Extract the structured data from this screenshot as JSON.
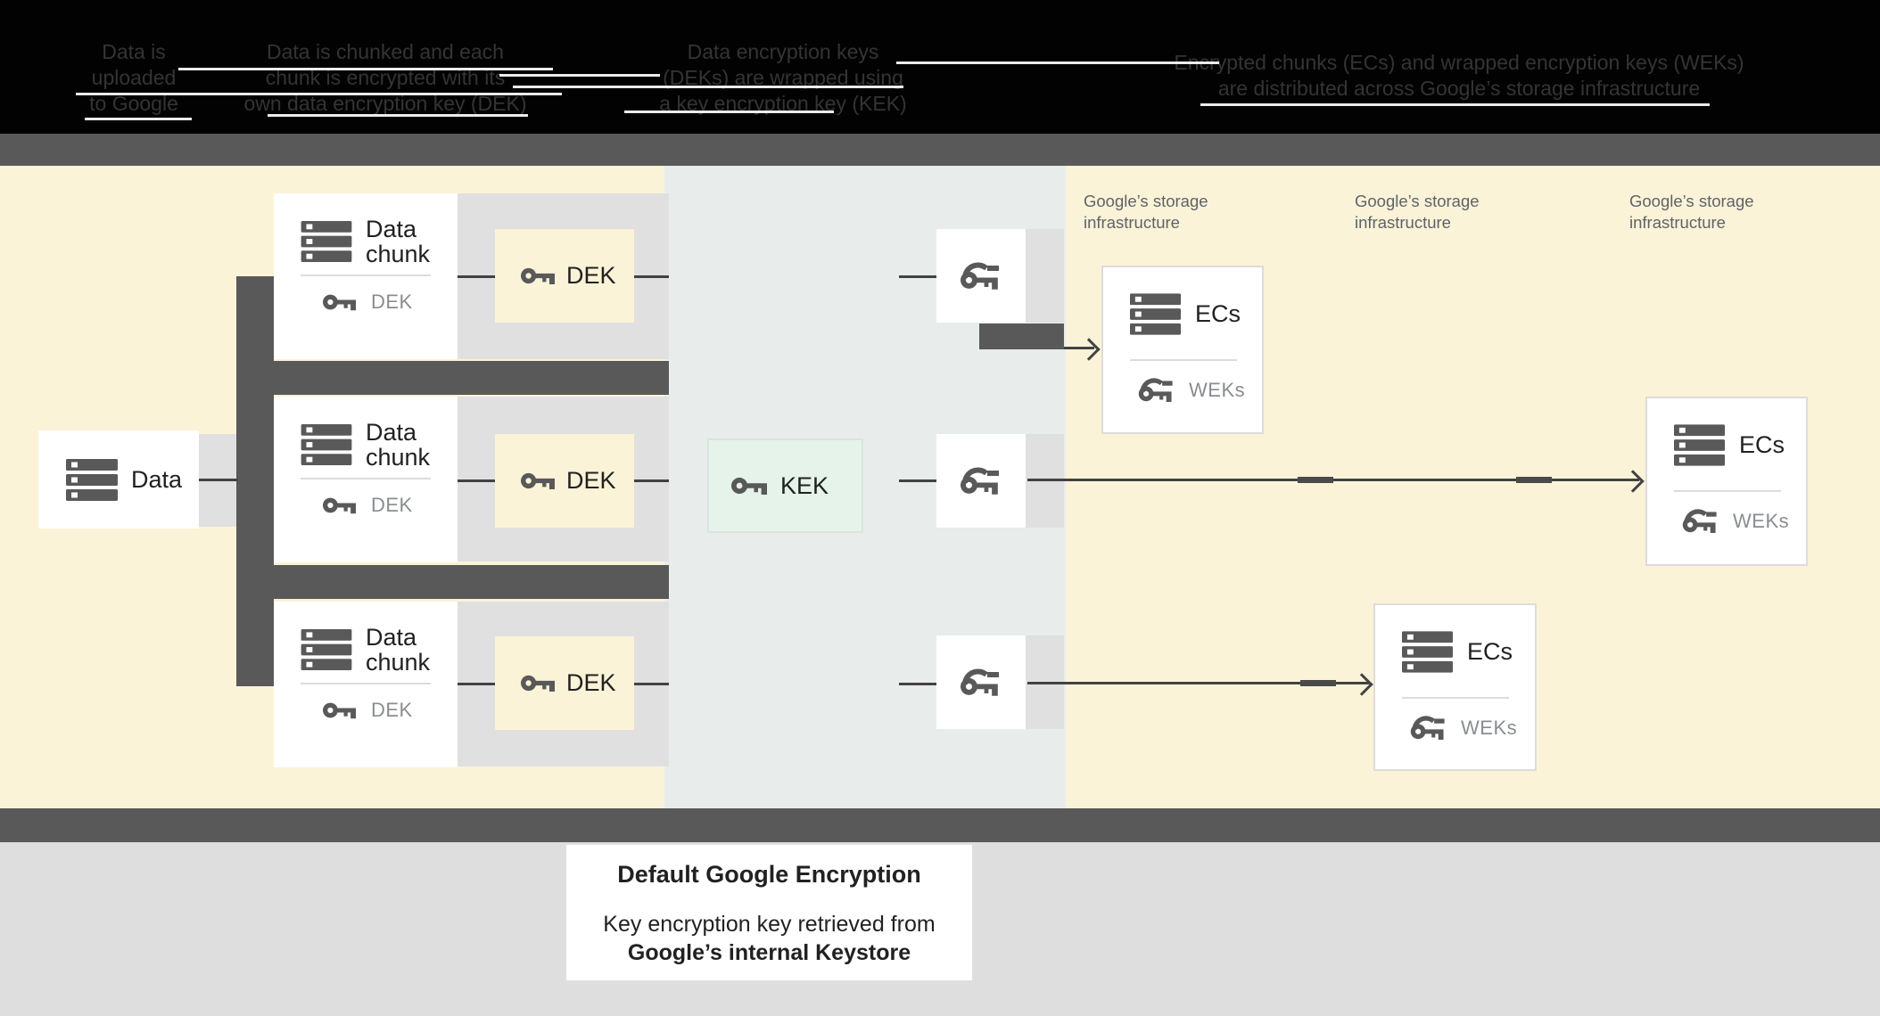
{
  "header": {
    "columns": [
      {
        "lines": [
          "Data is",
          "uploaded",
          "to Google"
        ]
      },
      {
        "lines": [
          "Data is chunked and each",
          "chunk is encrypted with its",
          "own data encryption key (DEK)"
        ]
      },
      {
        "lines": [
          "Data encryption keys",
          "(DEKs) are wrapped using",
          "a key encryption key (KEK)"
        ]
      },
      {
        "lines": [
          "Encrypted chunks (ECs) and wrapped encryption keys (WEKs)",
          "are distributed across Google’s storage infrastructure",
          ""
        ]
      }
    ]
  },
  "storage_labels": [
    {
      "line1": "Google’s storage",
      "line2": "infrastructure"
    },
    {
      "line1": "Google’s storage",
      "line2": "infrastructure"
    },
    {
      "line1": "Google’s storage",
      "line2": "infrastructure"
    }
  ],
  "data_box": {
    "label": "Data"
  },
  "chunk_boxes": [
    {
      "title": "Data chunk",
      "key_label": "DEK"
    },
    {
      "title": "Data chunk",
      "key_label": "DEK"
    },
    {
      "title": "Data chunk",
      "key_label": "DEK"
    }
  ],
  "dek_boxes": [
    {
      "label": "DEK"
    },
    {
      "label": "DEK"
    },
    {
      "label": "DEK"
    }
  ],
  "kek_box": {
    "label": "KEK"
  },
  "ec_boxes": [
    {
      "title": "ECs",
      "key_label": "WEKs"
    },
    {
      "title": "ECs",
      "key_label": "WEKs"
    },
    {
      "title": "ECs",
      "key_label": "WEKs"
    }
  ],
  "footer": {
    "title": "Default Google Encryption",
    "line1": "Key encryption key retrieved from",
    "line2": "Google’s internal Keystore"
  },
  "colors": {
    "cream": "#fbf3d8",
    "blue_gray": "#e8eceb",
    "panel_gray": "#e0e0e0",
    "bar_gray": "#595959",
    "kek_green": "#e5f3ea",
    "footer_bg": "#dedede",
    "dark_text": "#212121",
    "muted_text": "#8a8d90",
    "storage_label_text": "#5f6368"
  }
}
